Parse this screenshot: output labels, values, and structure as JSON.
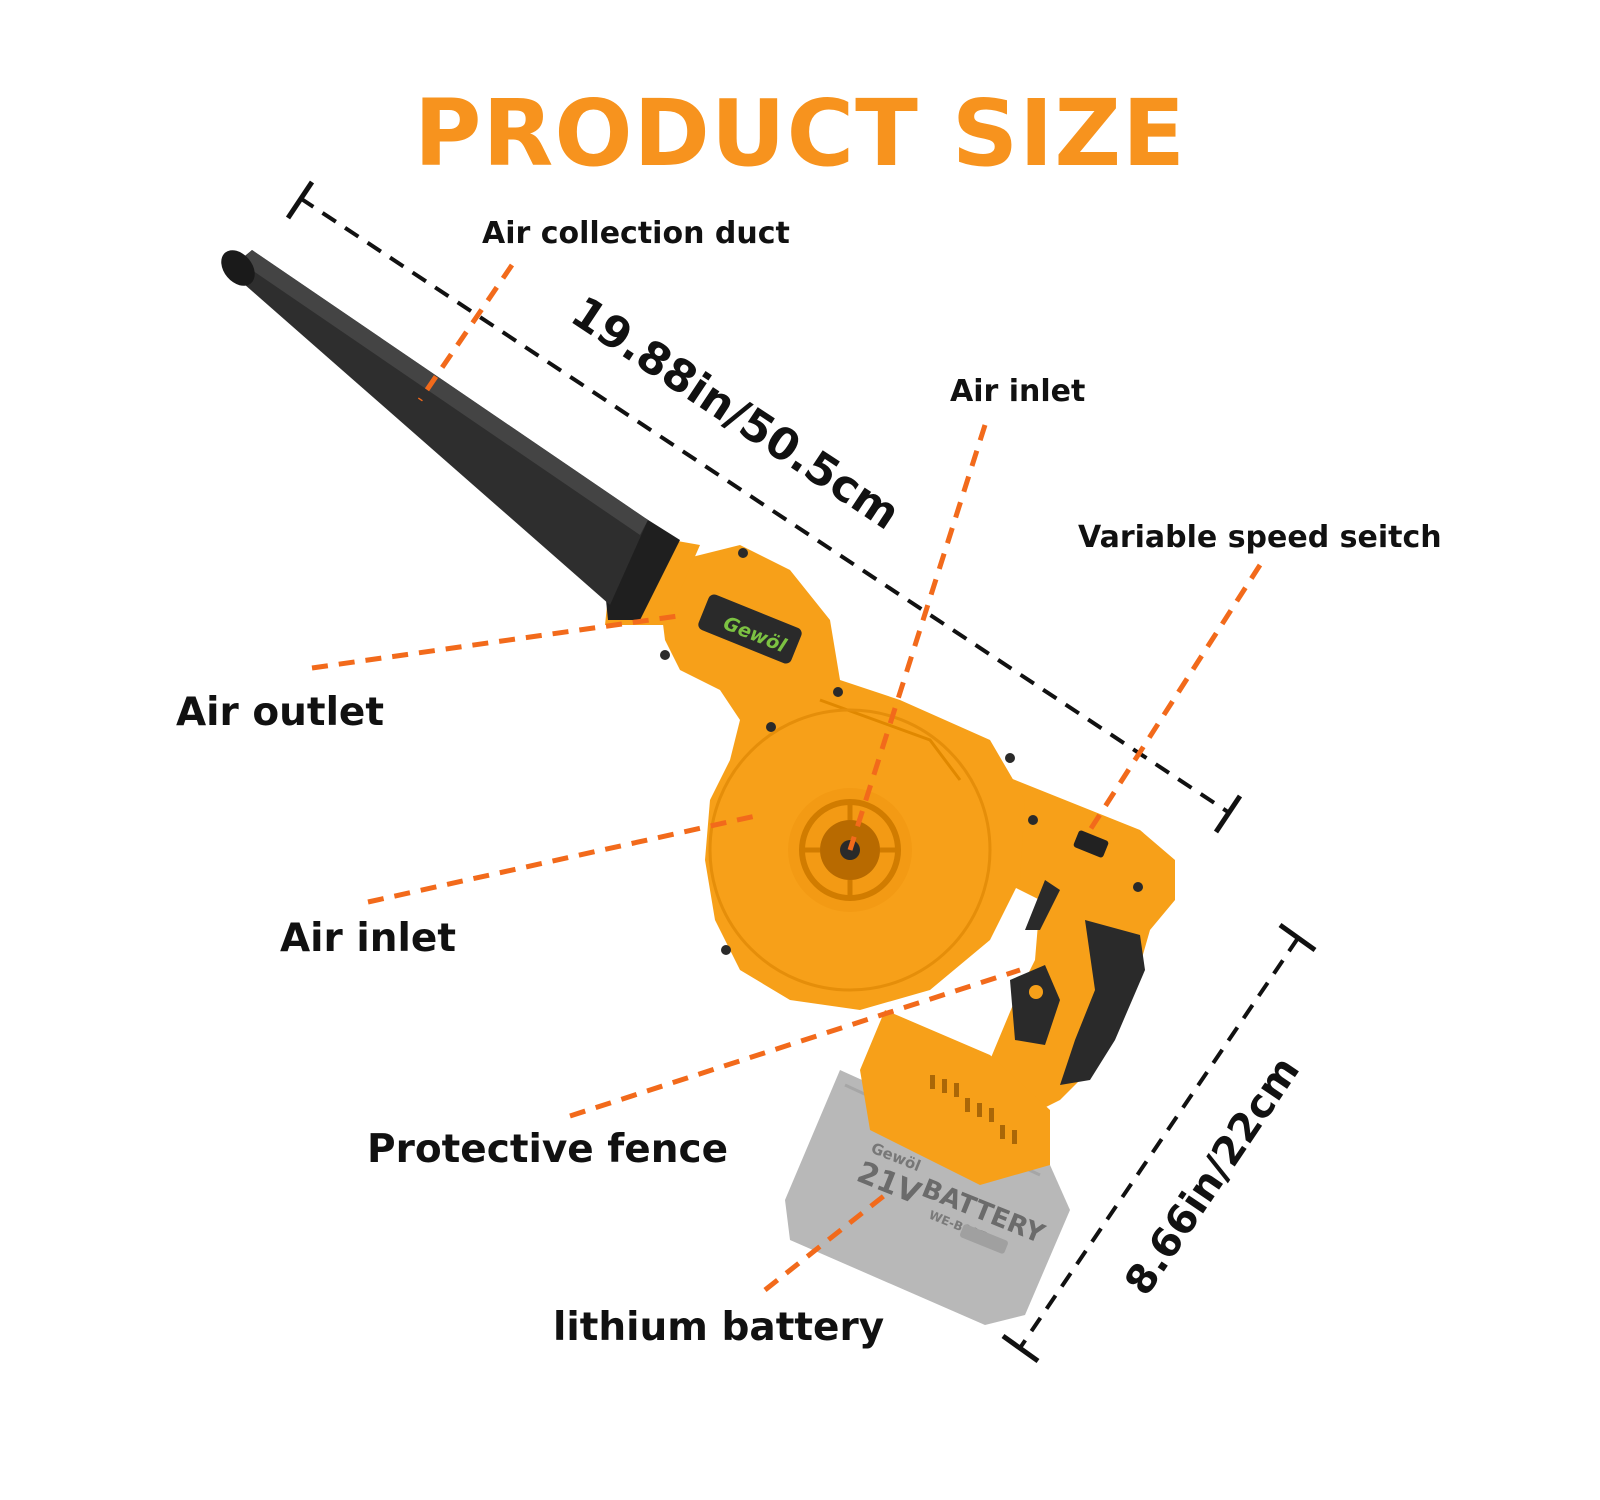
{
  "title": "PRODUCT SIZE",
  "colors": {
    "accent": "#F7931E",
    "leader": "#F26A1B",
    "body": "#F7A019",
    "dark": "#222222",
    "battery": "#B8B8B8"
  },
  "dimensions": {
    "length": "19.88in/50.5cm",
    "height": "8.66in/22cm"
  },
  "labels": {
    "air_collection_duct": "Air collection duct",
    "air_inlet_top": "Air inlet",
    "variable_speed": "Variable speed seitch",
    "air_outlet": "Air outlet",
    "air_inlet_side": "Air inlet",
    "protective_fence": "Protective fence",
    "lithium_battery": "lithium battery"
  },
  "product": {
    "brand": "Gewöl",
    "battery_brand": "Gewöl",
    "battery_voltage": "21V",
    "battery_word": "BATTERY",
    "battery_model": "WE-B007"
  }
}
